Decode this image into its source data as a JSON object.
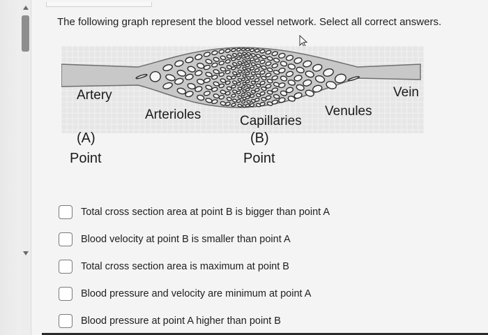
{
  "question": {
    "text": "The following graph represent the blood vessel network. Select all correct answers."
  },
  "figure": {
    "labels": {
      "artery": "Artery",
      "arterioles": "Arterioles",
      "capillaries": "Capillaries",
      "venules": "Venules",
      "vein": "Vein",
      "point_a_letter": "(A)",
      "point_a_word": "Point",
      "point_b_letter": "(B)",
      "point_b_word": "Point"
    },
    "colors": {
      "vessel_fill": "#c8c8c8",
      "vessel_outline": "#6e6e6e",
      "mesh_cell": "#f6f6f6",
      "mesh_line": "#2d2d2d"
    }
  },
  "options": [
    {
      "label": "Total cross section area at point B is bigger than point A",
      "checked": false
    },
    {
      "label": "Blood velocity at point B is smaller than point A",
      "checked": false
    },
    {
      "label": "Total cross section area is maximum at point B",
      "checked": false
    },
    {
      "label": "Blood pressure and velocity are minimum at point A",
      "checked": false
    },
    {
      "label": "Blood pressure at point A higher than point B",
      "checked": false
    }
  ],
  "icons": {
    "cursor": "pointer-cursor-icon",
    "checkbox": "checkbox-icon",
    "scroll_up": "scroll-up-arrow-icon",
    "scroll_down": "scroll-down-arrow-icon"
  }
}
